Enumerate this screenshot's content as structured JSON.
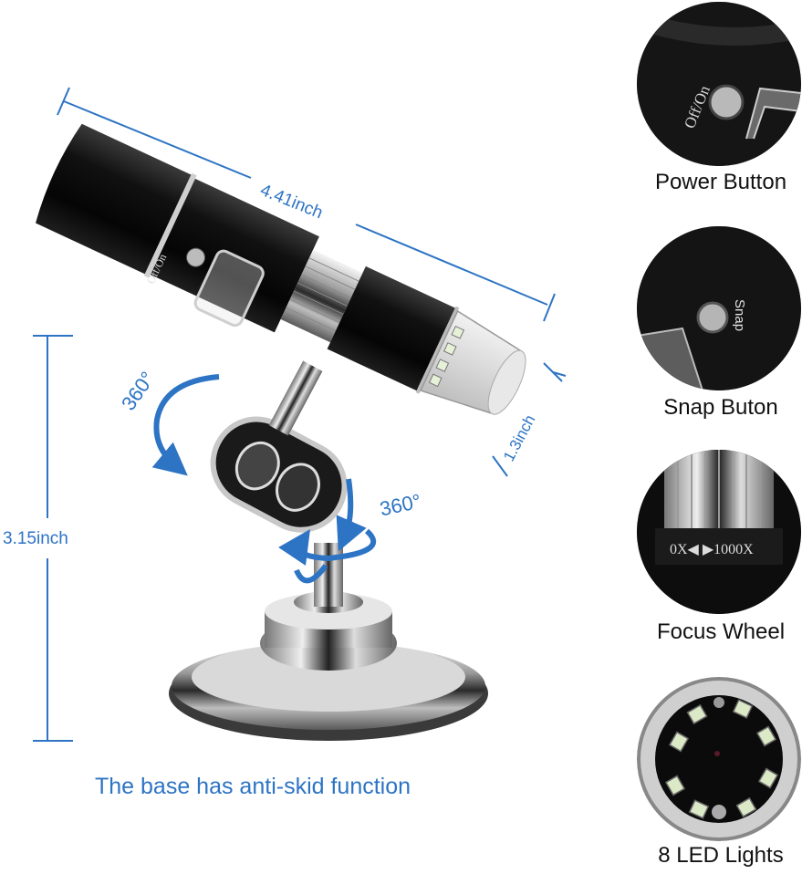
{
  "colors": {
    "accent_blue": "#2d74c4",
    "caption_text": "#111111",
    "background": "#ffffff"
  },
  "dimensions": {
    "length": "4.41inch",
    "height": "3.15inch",
    "diameter": "1.3inch"
  },
  "rotation_labels": {
    "upper": "360°",
    "lower": "360°"
  },
  "product_markings": {
    "power_switch": "Off/On",
    "snap_switch": "Snap",
    "focus_range": "0X◀ ▶1000X",
    "focus_short": "0X"
  },
  "features": [
    {
      "caption": "Power Button",
      "icon": "power-button-closeup"
    },
    {
      "caption": "Snap Buton",
      "icon": "snap-button-closeup"
    },
    {
      "caption": "Focus Wheel",
      "icon": "focus-wheel-closeup"
    },
    {
      "caption": "8 LED Lights",
      "icon": "led-ring-closeup"
    }
  ],
  "footer": {
    "text": "The base has anti-skid function"
  }
}
